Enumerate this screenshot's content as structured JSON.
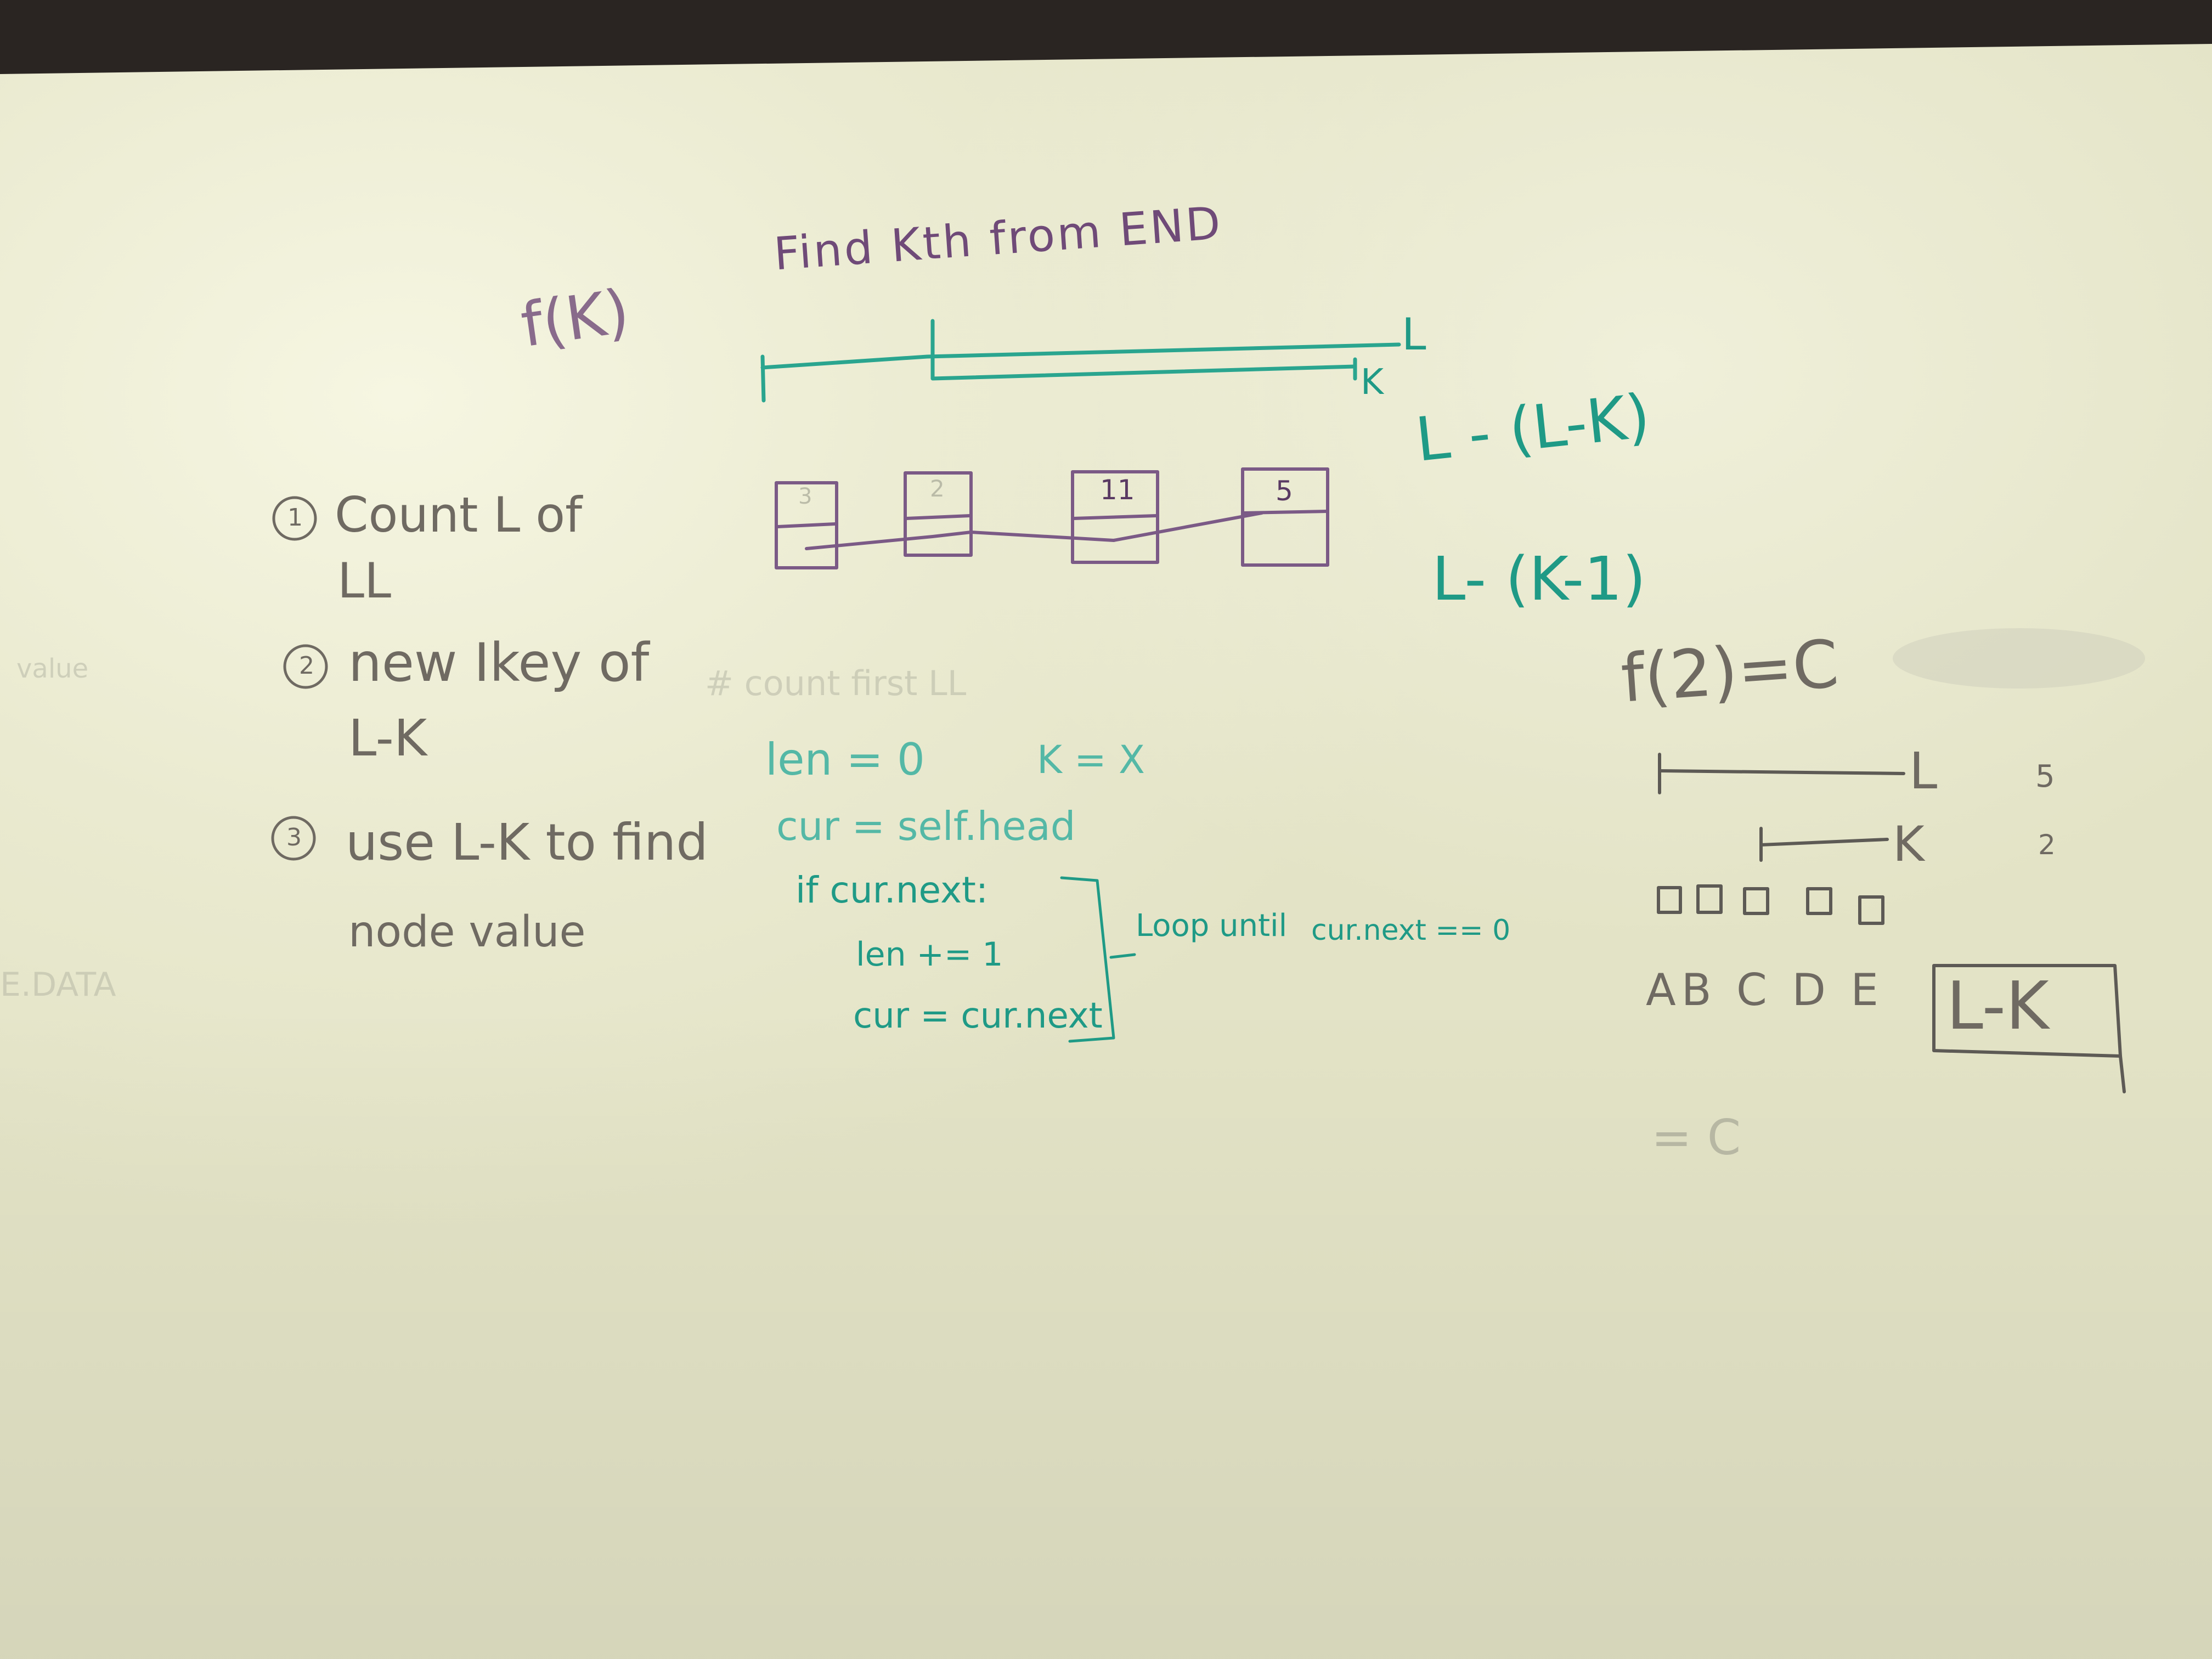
{
  "colors": {
    "board": "#e8e8cf",
    "frame": "#2a2522",
    "purple_marker": "#6f4a78",
    "teal_marker": "#1f9a86",
    "grey_marker": "#6f6a62"
  },
  "title": {
    "text": "Find  Kth  from  END"
  },
  "function_label": "f(K)",
  "number_line": {
    "label_L": "L",
    "label_K": "K"
  },
  "right_formulas": {
    "first": "L - (L-K)",
    "second": "L- (K-1)"
  },
  "nodes": [
    {
      "value": "3"
    },
    {
      "value": "2"
    },
    {
      "value": "11"
    },
    {
      "value": "5"
    }
  ],
  "steps": [
    {
      "number": "1",
      "line1": "Count L of",
      "line2": "LL"
    },
    {
      "number": "2",
      "line1": "new Ikey of",
      "line2": "L-K"
    },
    {
      "number": "3",
      "line1": "use L-K to find",
      "line2": "node value"
    }
  ],
  "code": {
    "comment": "# count first LL",
    "len_init": "len = 0",
    "k_assign": "K = X",
    "cur_init": "cur = self.head",
    "if_line": "if   cur.next:",
    "increment": "len += 1",
    "advance": "cur = cur.next",
    "loop_note": "Loop until",
    "loop_condition": "cur.next == 0"
  },
  "example": {
    "heading": "f(2)=C",
    "label_L": "L",
    "label_5": "5",
    "label_K": "K",
    "label_2": "2",
    "letters": "AB C D E",
    "boxed": "L-K",
    "result": "= C"
  },
  "faded_left": {
    "top": "value",
    "bottom": "E.DATA"
  }
}
